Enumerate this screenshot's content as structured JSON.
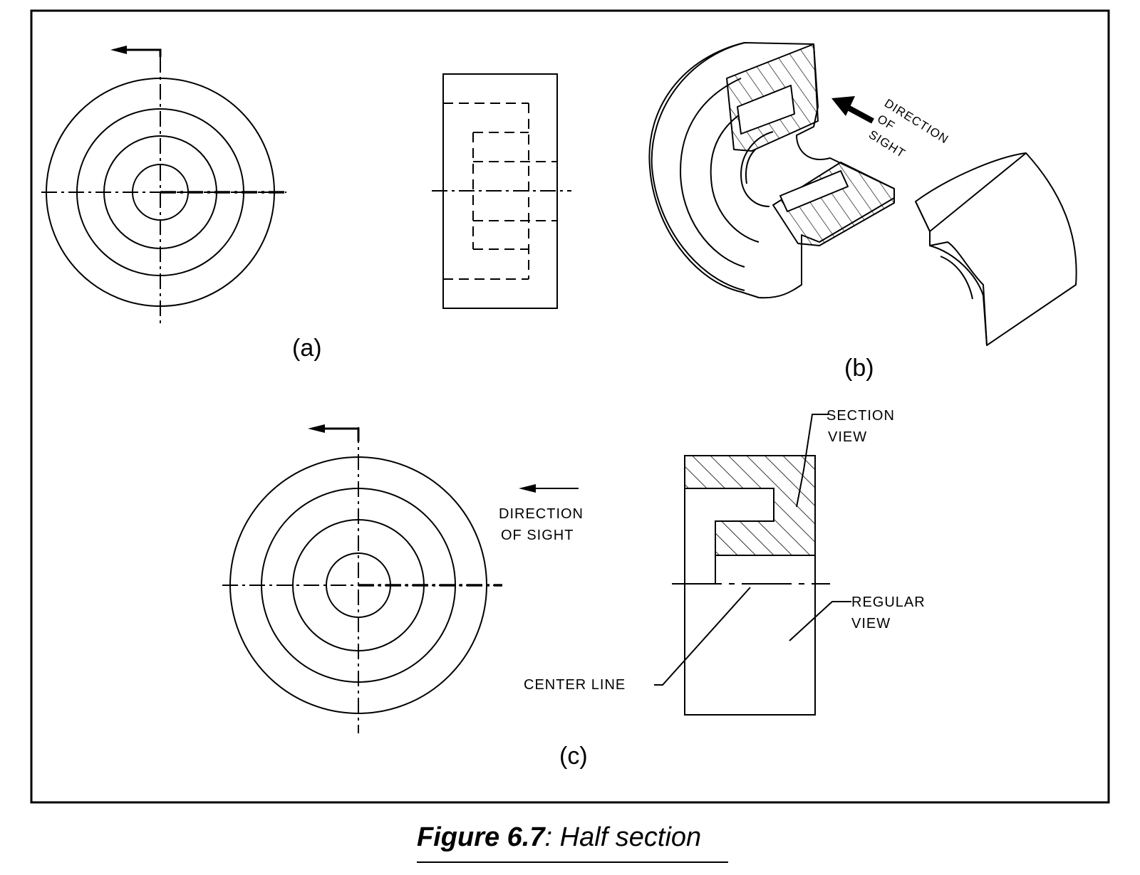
{
  "panels": {
    "a": {
      "label": "(a)"
    },
    "b": {
      "label": "(b)",
      "sight_line1": "DIRECTION",
      "sight_line2": "OF",
      "sight_line3": "SIGHT"
    },
    "c": {
      "label": "(c)",
      "sight_line1": "DIRECTION",
      "sight_line2": "OF SIGHT",
      "section_line1": "SECTION",
      "section_line2": "VIEW",
      "regular_line1": "REGULAR",
      "regular_line2": "VIEW",
      "center_line": "CENTER LINE"
    }
  },
  "caption": {
    "number": "Figure 6.7",
    "separator": ":",
    "title": "Half section"
  },
  "colors": {
    "ink": "#000000",
    "paper": "#ffffff"
  }
}
